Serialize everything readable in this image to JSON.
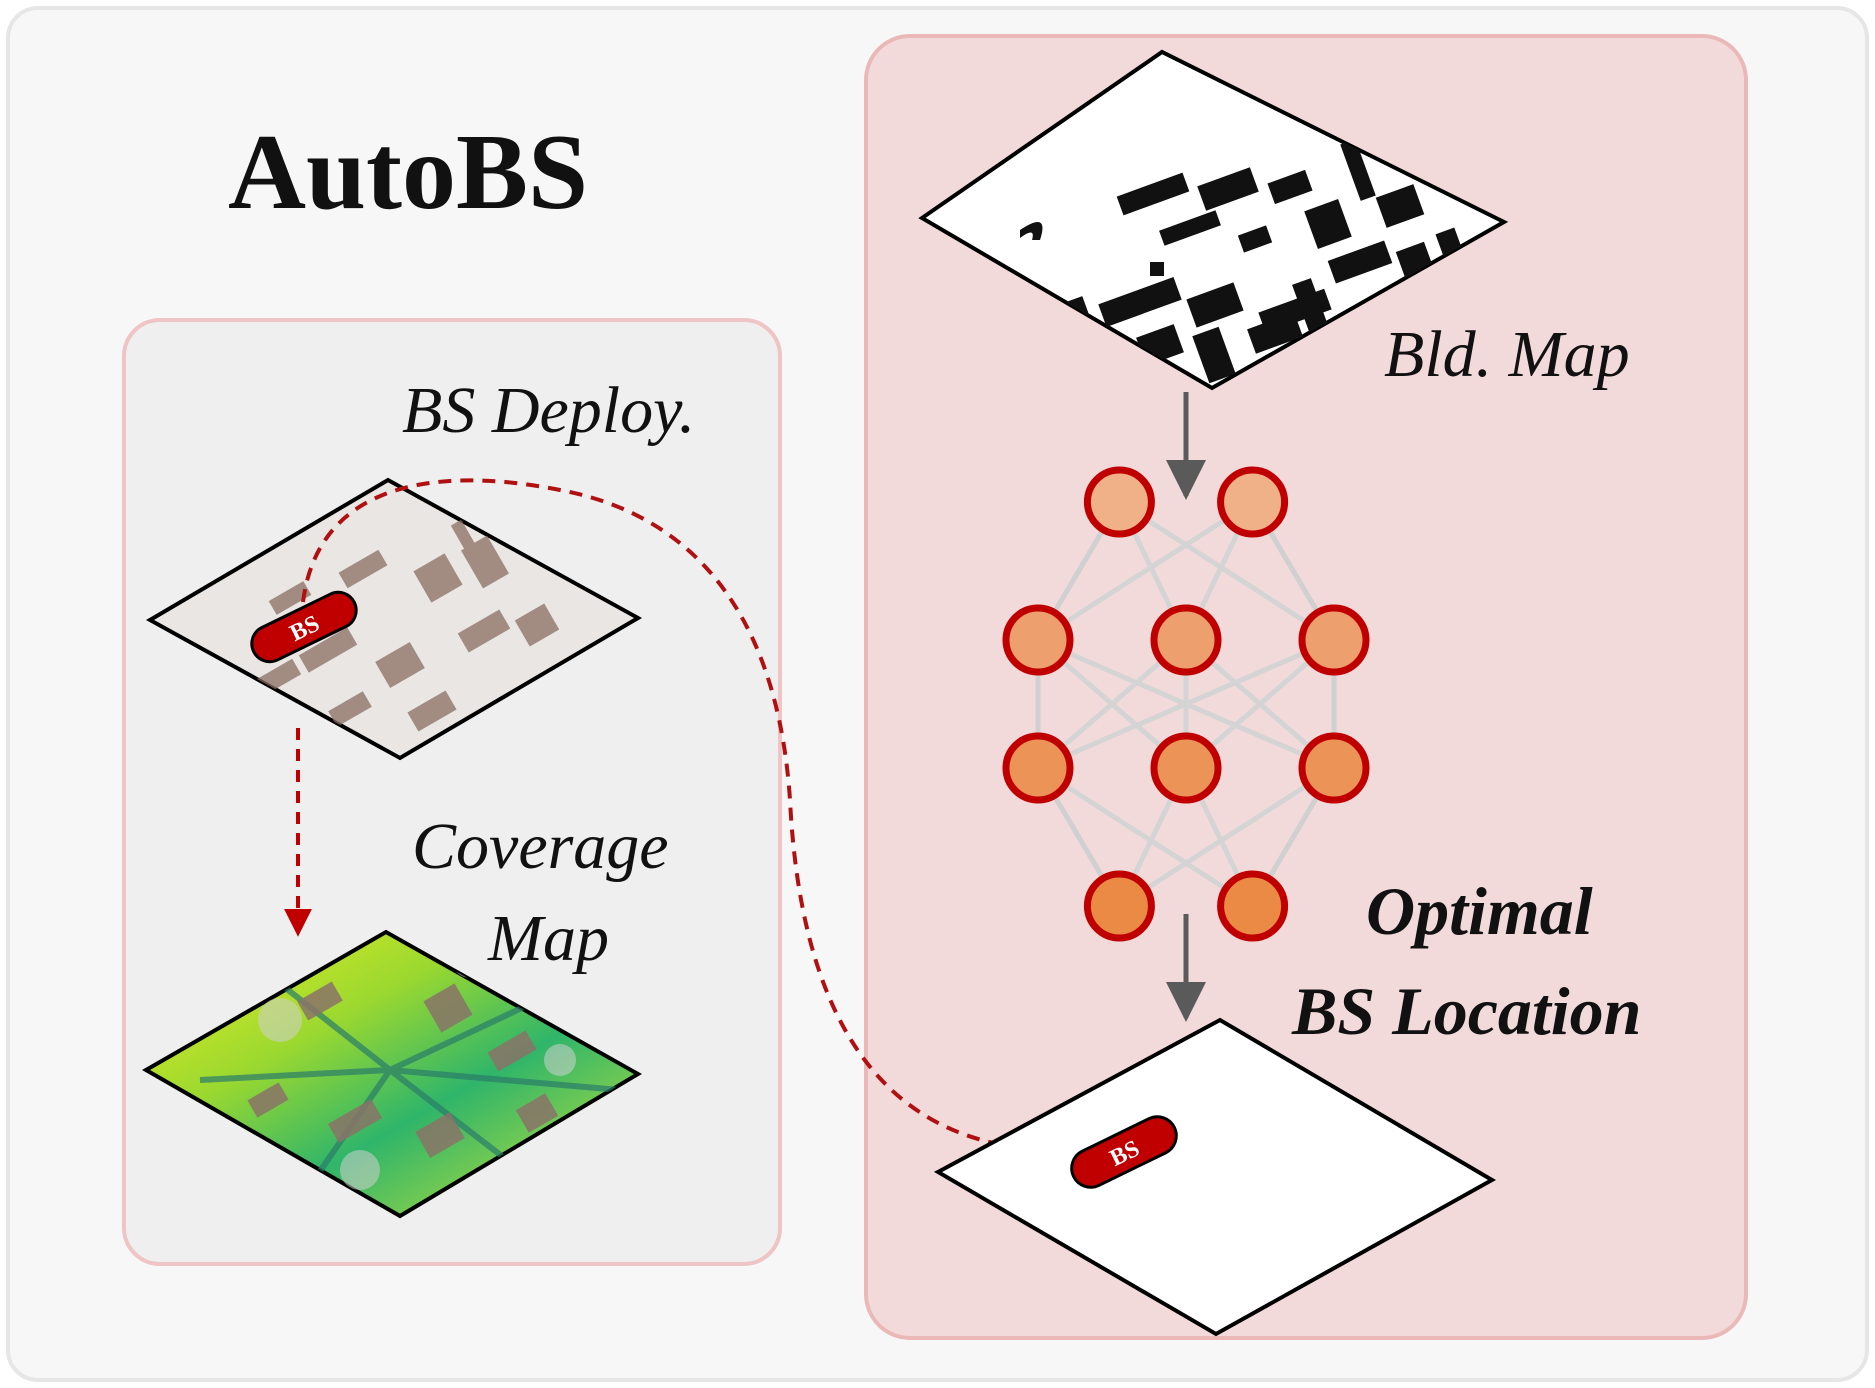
{
  "title": "AutoBS",
  "left_panel": {
    "deploy_label": "BS Deploy.",
    "coverage_label_line1": "Coverage",
    "coverage_label_line2": "Map",
    "bs_badge": "BS"
  },
  "right_panel": {
    "bld_label": "Bld. Map",
    "optimal_line1": "Optimal",
    "optimal_line2": "BS Location",
    "bs_badge": "BS"
  },
  "network": {
    "layers": [
      2,
      3,
      3,
      2
    ]
  },
  "colors": {
    "left_panel_fill": "#f0f0f0",
    "right_panel_fill": "#f2dadb",
    "panel_border": "#ebb8b8",
    "node_stroke": "#c00000",
    "badge_fill": "#c00000",
    "dash_line": "#b01010",
    "arrow": "#5a5a5a"
  }
}
